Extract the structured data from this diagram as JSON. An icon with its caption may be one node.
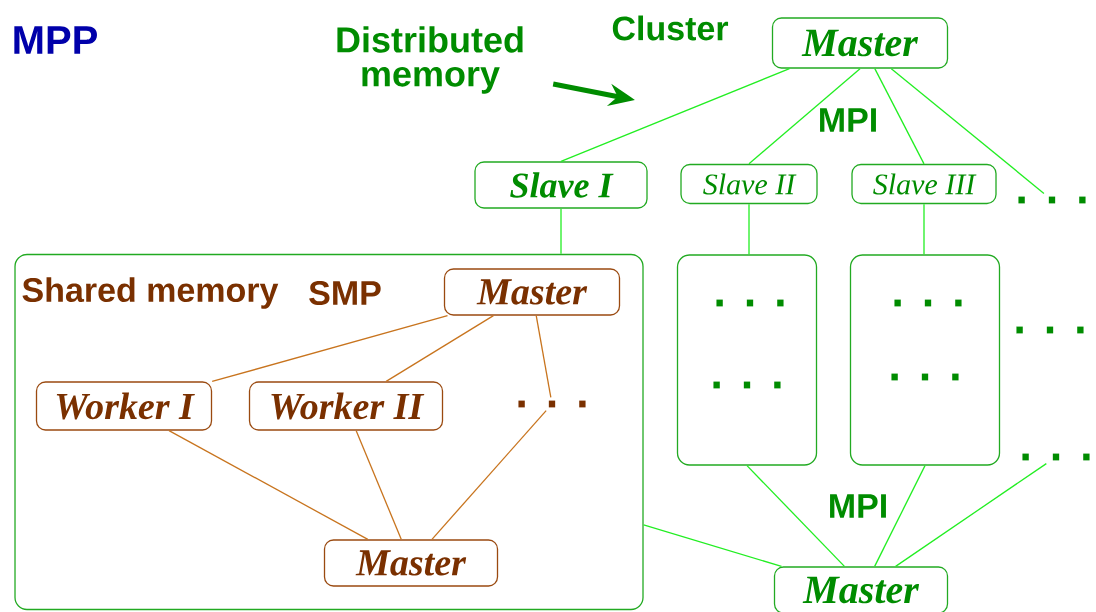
{
  "diagram": {
    "nodes": [
      {
        "text": [
          "Distributed memory"
        ]
      },
      {
        "text": [
          "Master"
        ]
      },
      {
        "text": [
          "Slave I"
        ]
      },
      {
        "text": [
          "Slave II"
        ]
      },
      {
        "text": [
          "Slave III"
        ]
      },
      {
        "text": [
          ". . ."
        ]
      },
      {
        "text": [],
        "shape": "box"
      },
      {
        "text": [
          "Master"
        ],
        "in": 6
      },
      {
        "text": [
          "Worker I"
        ],
        "in": 6
      },
      {
        "text": [
          "Worker II"
        ],
        "in": 6
      },
      {
        "text": [
          ". . ."
        ],
        "in": 6
      },
      {
        "text": [
          "Master"
        ],
        "in": 6
      },
      {
        "text": [
          ". . .",
          ". . ."
        ]
      },
      {
        "text": [
          ". . .",
          ". . ."
        ]
      },
      {
        "text": [
          ". . ."
        ]
      },
      {
        "text": [
          "Master"
        ]
      }
    ],
    "edges": [
      {
        "from": 0,
        "to": null,
        "arrow": "to",
        "style": "thick",
        "color": "#008c00"
      },
      {
        "from": 1,
        "to": 2,
        "arrow": "none"
      },
      {
        "from": 1,
        "to": 3,
        "arrow": "none"
      },
      {
        "from": 1,
        "to": 4,
        "arrow": "none"
      },
      {
        "from": 1,
        "to": 5,
        "arrow": "none"
      },
      {
        "from": 2,
        "to": 6,
        "arrow": "none"
      },
      {
        "from": 3,
        "to": 12,
        "arrow": "none"
      },
      {
        "from": 4,
        "to": 13,
        "arrow": "none"
      },
      {
        "from": 7,
        "to": 8,
        "arrow": "none",
        "color": "#c8741e"
      },
      {
        "from": 7,
        "to": 9,
        "arrow": "none",
        "color": "#c8741e"
      },
      {
        "from": 7,
        "to": 10,
        "arrow": "none",
        "color": "#c8741e"
      },
      {
        "from": 8,
        "to": 11,
        "arrow": "none",
        "color": "#c8741e"
      },
      {
        "from": 9,
        "to": 11,
        "arrow": "none",
        "color": "#c8741e"
      },
      {
        "from": 10,
        "to": 11,
        "arrow": "none",
        "color": "#c8741e"
      },
      {
        "from": 6,
        "to": 15,
        "arrow": "none"
      },
      {
        "from": 12,
        "to": 15,
        "arrow": "none"
      },
      {
        "from": 13,
        "to": 15,
        "arrow": "none"
      },
      {
        "from": 14,
        "to": 15,
        "arrow": "none"
      }
    ],
    "labels": [
      "MPP",
      "Cluster",
      "MPI",
      "Shared memory",
      "SMP",
      ". . .",
      "MPI"
    ]
  }
}
